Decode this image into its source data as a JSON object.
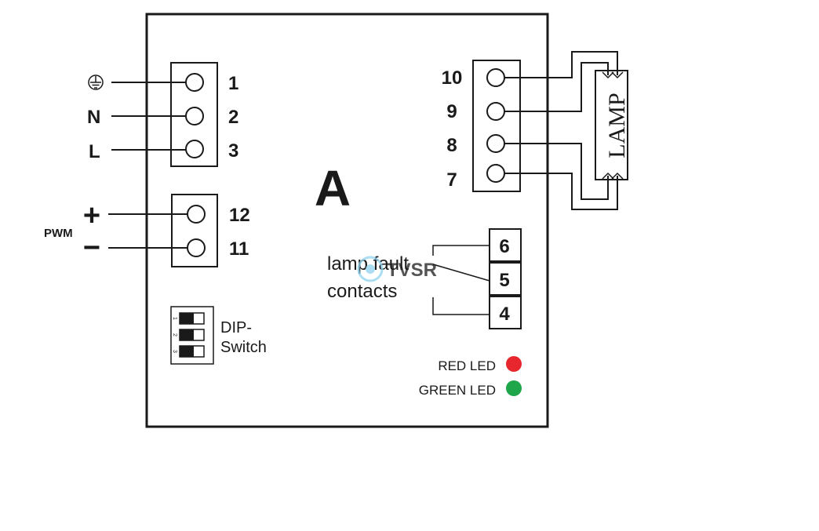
{
  "module": {
    "label": "A"
  },
  "mains_terminals": {
    "earth_symbol": "earth-ground-icon",
    "rows": [
      {
        "label": "",
        "number": "1"
      },
      {
        "label": "N",
        "number": "2"
      },
      {
        "label": "L",
        "number": "3"
      }
    ]
  },
  "pwm_terminals": {
    "label": "PWM",
    "rows": [
      {
        "sign": "+",
        "number": "12"
      },
      {
        "sign": "−",
        "number": "11"
      }
    ]
  },
  "dip_switch": {
    "label_line1": "DIP-",
    "label_line2": "Switch",
    "positions": [
      "1",
      "2",
      "3"
    ]
  },
  "lamp_terminals": {
    "numbers": [
      "10",
      "9",
      "8",
      "7"
    ]
  },
  "lamp": {
    "label": "LAMP"
  },
  "fault_contacts": {
    "label_line1": "lamp fault",
    "label_line2": "contacts",
    "numbers": [
      "6",
      "5",
      "4"
    ]
  },
  "leds": [
    {
      "label": "RED LED",
      "color": "#e8262d"
    },
    {
      "label": "GREEN LED",
      "color": "#1fa64a"
    }
  ],
  "watermark": {
    "text": "TVSR",
    "color": "#8fd3ee"
  }
}
